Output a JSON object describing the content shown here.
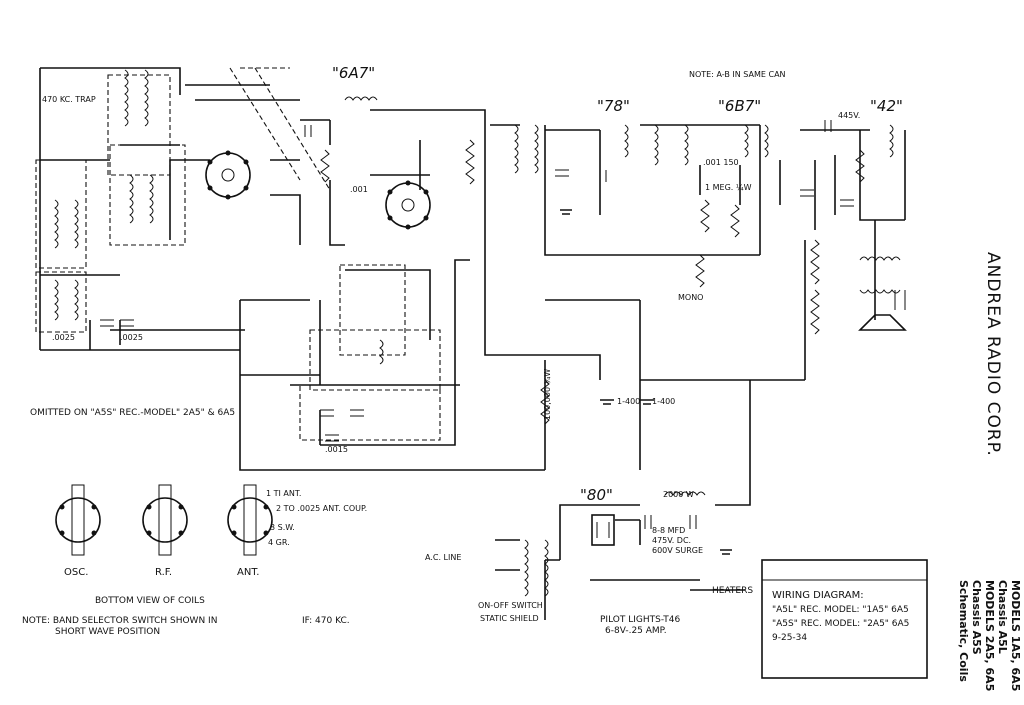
{
  "tubes": [
    "\"6A7\"",
    "\"78\"",
    "\"6B7\"",
    "\"42\"",
    "\"80\""
  ],
  "notes": {
    "can_note": "NOTE: A-B IN SAME CAN",
    "omitted": "OMITTED ON \"A5S\" REC.-MODEL\" 2A5\" & 6A5",
    "coils_title": "BOTTOM VIEW OF COILS",
    "band_note_1": "NOTE: BAND SELECTOR SWITCH SHOWN IN",
    "band_note_2": "SHORT WAVE POSITION",
    "if_note": "IF: 470 KC."
  },
  "component_labels": {
    "trap": "470 KC. TRAP",
    "c0025_a": ".0025",
    "c0025_b": ".0025",
    "c0015": ".0015",
    "r100k": "100,000 ¼W",
    "b400_a": "1-400",
    "b400_b": "1-400",
    "v445": "445V.",
    "r2000": "2000 W",
    "cap88": "8-8 MFD",
    "cap475": "475V. DC.",
    "surge": "600V SURGE",
    "ac_line": "A.C. LINE",
    "switch": "ON-OFF SWITCH",
    "shield": "STATIC SHIELD",
    "pilot_1": "PILOT LIGHTS-T46",
    "pilot_2": "6-8V-.25 AMP.",
    "heaters": "HEATERS",
    "meg1": "1 MEG. ¼W",
    "mono": "MONO",
    "c001": ".001",
    "c00150": ".001 150"
  },
  "coil_labels": {
    "osc": "OSC.",
    "rf": "R.F.",
    "ant": "ANT.",
    "ant_1": "1 TI ANT.",
    "ant_2": "2 TO .0025 ANT. COUP.",
    "ant_3": "3 S.W.",
    "ant_4": "4 GR."
  },
  "title_block": {
    "line1": "WIRING DIAGRAM:",
    "line2": "\"A5L\" REC. MODEL: \"1A5\" 6A5",
    "line3": "\"A5S\" REC. MODEL: \"2A5\" 6A5",
    "line4": "9-25-34"
  },
  "side": {
    "corp": "ANDREA RADIO CORP.",
    "m1": "MODELS 1A5, 6A5",
    "m2": "Chassis A5L",
    "m3": "MODELS 2A5, 6A5",
    "m4": "Chassis A5S",
    "m5": "Schematic, Coils"
  }
}
